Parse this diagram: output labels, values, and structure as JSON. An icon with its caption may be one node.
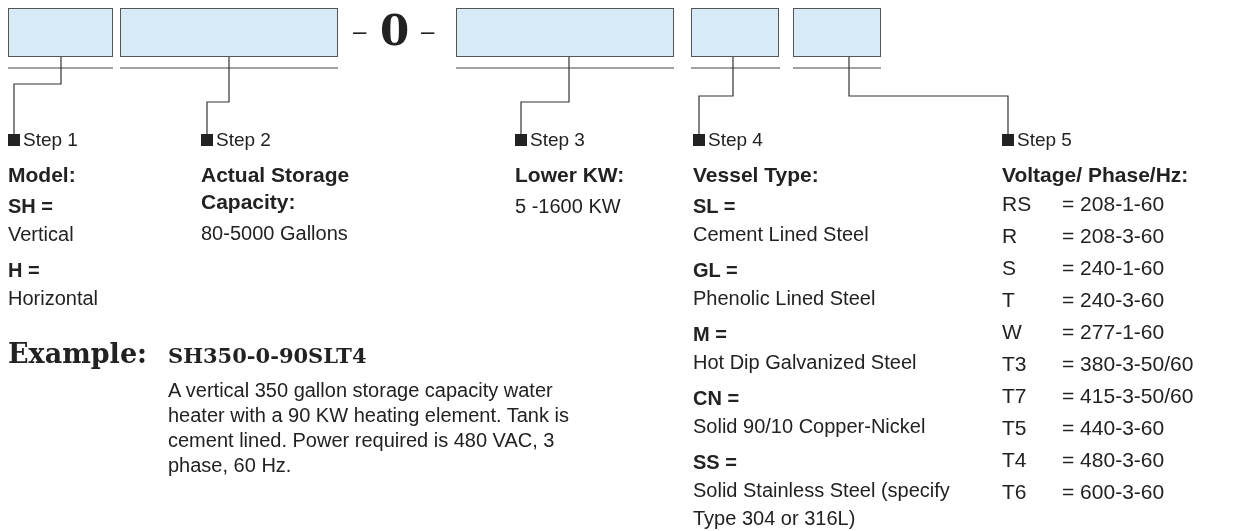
{
  "diagram": {
    "nodes": [
      {
        "text": [],
        "shape": "box"
      },
      {
        "text": [],
        "shape": "box"
      },
      {
        "text": [],
        "shape": "box"
      },
      {
        "text": [],
        "shape": "box"
      },
      {
        "text": [],
        "shape": "box"
      },
      {
        "text": [
          "Step 1",
          "Model:"
        ]
      },
      {
        "text": [
          "SH =",
          "Vertical"
        ]
      },
      {
        "text": [
          "H =",
          "Horizontal"
        ]
      },
      {
        "text": [
          "Step 2",
          "Actual Storage Capacity:",
          "80-5000 Gallons"
        ]
      },
      {
        "text": [
          "Step 3",
          "Lower KW:",
          "5 -1600 KW"
        ]
      },
      {
        "text": [
          "Step 4",
          "Vessel Type:"
        ]
      },
      {
        "text": [
          "SL =",
          "Cement Lined Steel"
        ]
      },
      {
        "text": [
          "GL =",
          "Phenolic Lined Steel"
        ]
      },
      {
        "text": [
          "M =",
          "Hot Dip Galvanized Steel"
        ]
      },
      {
        "text": [
          "CN =",
          "Solid 90/10 Copper-Nickel"
        ]
      },
      {
        "text": [
          "SS =",
          "Solid Stainless Steel (specify Type 304 or 316L)"
        ]
      },
      {
        "text": [
          "Step 5",
          "Voltage/ Phase/Hz:"
        ]
      },
      {
        "text": [
          "RS",
          "= 208-1-60"
        ]
      },
      {
        "text": [
          "R",
          "= 208-3-60"
        ]
      },
      {
        "text": [
          "S",
          "= 240-1-60"
        ]
      },
      {
        "text": [
          "T",
          "= 240-3-60"
        ]
      },
      {
        "text": [
          "W",
          "= 277-1-60"
        ]
      },
      {
        "text": [
          "T3",
          "= 380-3-50/60"
        ]
      },
      {
        "text": [
          "T7",
          "= 415-3-50/60"
        ]
      },
      {
        "text": [
          "T5",
          "= 440-3-60"
        ]
      },
      {
        "text": [
          "T4",
          "= 480-3-60"
        ]
      },
      {
        "text": [
          "T6",
          "= 600-3-60"
        ]
      }
    ],
    "edges": [
      {
        "from": 0,
        "to": 5,
        "arrow": "none"
      },
      {
        "from": 1,
        "to": 8,
        "arrow": "none"
      },
      {
        "from": 2,
        "to": 9,
        "arrow": "none"
      },
      {
        "from": 3,
        "to": 10,
        "arrow": "none"
      },
      {
        "from": 4,
        "to": 16,
        "arrow": "none"
      }
    ],
    "labels": [
      "–",
      "0",
      "–",
      "Example:",
      "SH350-0-90SLT4",
      "A vertical 350 gallon storage capacity water heater with a 90 KW heating element. Tank is cement lined. Power required is 480 VAC, 3 phase, 60 Hz."
    ]
  }
}
